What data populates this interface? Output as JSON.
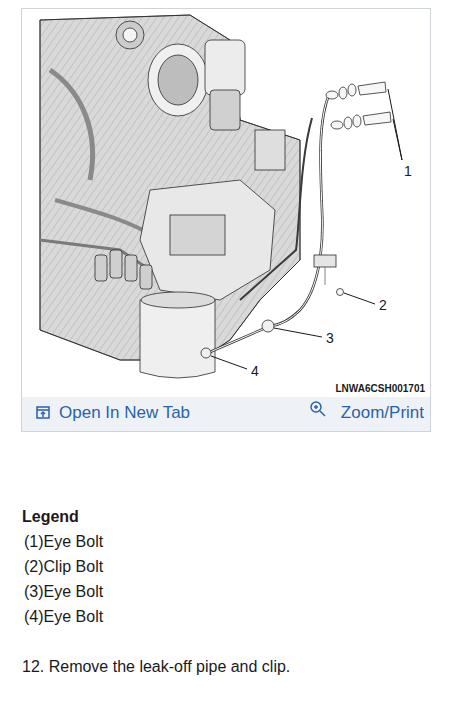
{
  "diagram": {
    "labels": [
      "1",
      "2",
      "3",
      "4",
      "LNWA6CSH001701",
      "Open In New Tab",
      "Zoom/Print",
      "Legend",
      "(1)Eye Bolt",
      "(2)Clip Bolt",
      "(3)Eye Bolt",
      "(4)Eye Bolt",
      "12. Remove the leak-off pipe and clip."
    ]
  }
}
